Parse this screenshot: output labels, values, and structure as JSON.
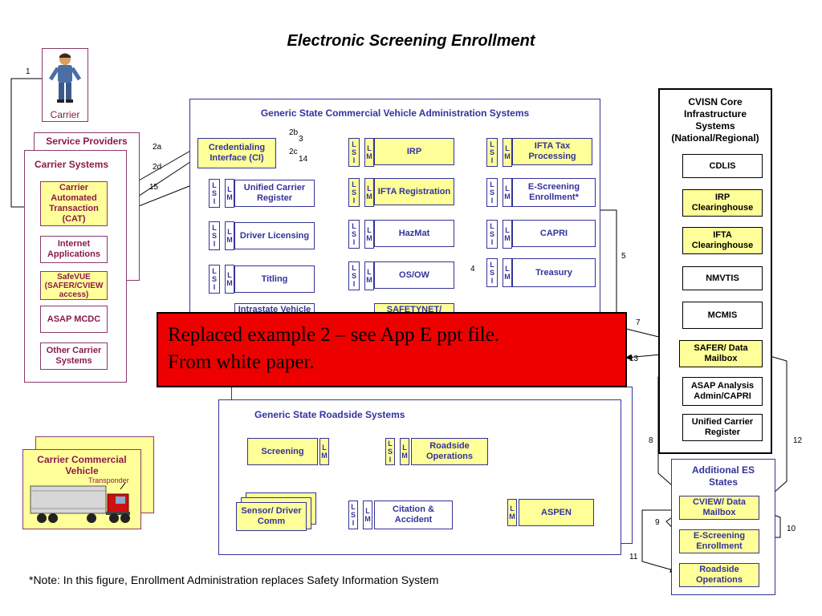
{
  "title": "Electronic Screening Enrollment",
  "carrier": {
    "label": "Carrier"
  },
  "service_providers": {
    "header": "Service Providers"
  },
  "carrier_systems": {
    "header": "Carrier Systems",
    "items": [
      "Carrier Automated Transaction (CAT)",
      "Internet Applications",
      "SafeVUE (SAFER/CVIEW access)",
      "ASAP MCDC",
      "Other Carrier Systems"
    ]
  },
  "state_cvas": {
    "header": "Generic State Commercial Vehicle Administration Systems",
    "credentialing": "Credentialing Interface (CI)",
    "col1": [
      "Unified Carrier Register",
      "Driver Licensing",
      "Titling",
      "Intrastate Vehicle"
    ],
    "col2": [
      "IRP",
      "IFTA Registration",
      "HazMat",
      "OS/OW",
      "SAFETYNET/"
    ],
    "col3": [
      "IFTA Tax Processing",
      "E-Screening Enrollment*",
      "CAPRI",
      "Treasury"
    ]
  },
  "ls_tag": {
    "l": "L",
    "s": "S",
    "i": "I",
    "m": "M"
  },
  "cvisn": {
    "header": "CVISN Core Infrastructure Systems (National/Regional)",
    "items": [
      "CDLIS",
      "IRP Clearinghouse",
      "IFTA Clearinghouse",
      "NMVTIS",
      "MCMIS",
      "SAFER/ Data Mailbox",
      "ASAP Analysis Admin/CAPRI",
      "Unified Carrier Register"
    ]
  },
  "roadside": {
    "header": "Generic State Roadside Systems",
    "screening": "Screening",
    "roadside_ops": "Roadside Operations",
    "sensor": "Sensor/ Driver Comm",
    "citation": "Citation & Accident",
    "aspen": "ASPEN"
  },
  "additional": {
    "header": "Additional ES States",
    "items": [
      "CVIEW/ Data Mailbox",
      "E-Screening Enrollment",
      "Roadside Operations"
    ]
  },
  "vehicle": {
    "label": "Carrier Commercial Vehicle",
    "transponder": "Transponder"
  },
  "overlay": {
    "line1": "Replaced example 2 – see App E ppt file.",
    "line2": "From white paper."
  },
  "flow_labels": [
    "1",
    "2a",
    "2d",
    "15",
    "2b",
    "3",
    "2c",
    "14",
    "4",
    "5",
    "7",
    "13",
    "8",
    "12",
    "9",
    "10",
    "11"
  ],
  "note": "*Note:  In this figure, Enrollment Administration replaces Safety Information System",
  "colors": {
    "accent_blue": "#33339a",
    "box_yellow": "#ffff99",
    "maroon": "#8b3a6b",
    "overlay_red": "#ee0000"
  }
}
